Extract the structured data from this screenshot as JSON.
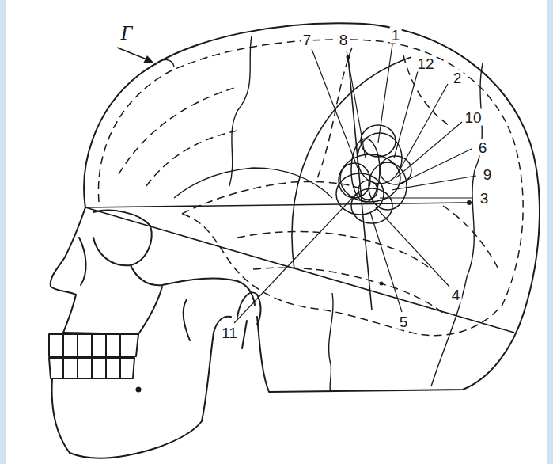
{
  "diagram": {
    "labels": [
      "Г",
      "7",
      "8",
      "1",
      "12",
      "2",
      "10",
      "6",
      "9",
      "3",
      "4",
      "5",
      "11"
    ]
  }
}
